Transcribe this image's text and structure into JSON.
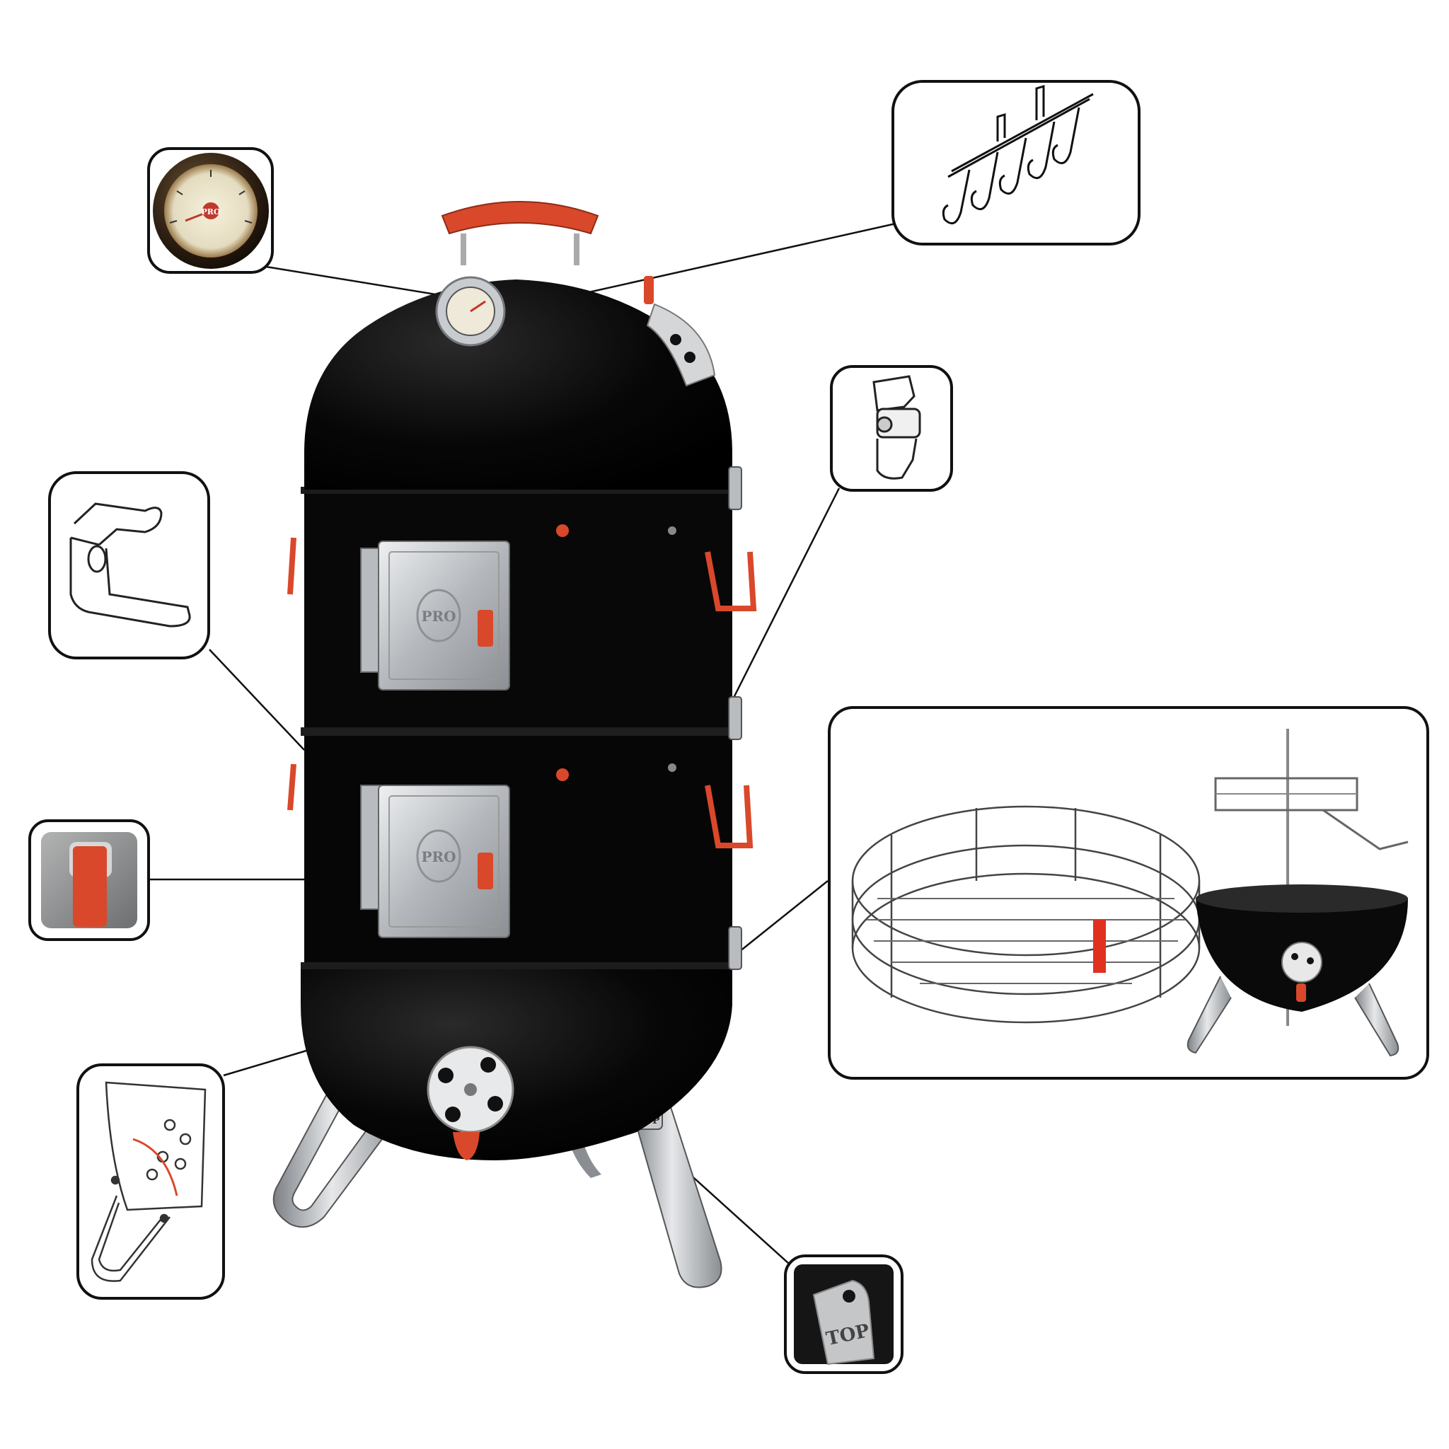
{
  "colors": {
    "body": "#050505",
    "accent": "#d9482a",
    "steel": "#b8bcc0",
    "callout_border": "#111111",
    "background": "#ffffff"
  },
  "product": {
    "door_emblem_upper": "PRO",
    "door_emblem_lower": "PRO",
    "leg_stamp": "TOP"
  },
  "callouts": {
    "thermometer": {
      "icon": "thermometer-icon",
      "emblem": "PRO"
    },
    "hook_rack": {
      "icon": "hook-rack-icon"
    },
    "latch": {
      "icon": "latch-clip-icon"
    },
    "lid_holder": {
      "icon": "lid-holder-bracket-icon"
    },
    "door_knob": {
      "icon": "door-knob-icon"
    },
    "fire_basket_and_grill": {
      "icon": "fire-basket-icon"
    },
    "bottom_vent": {
      "icon": "vent-plate-icon"
    },
    "leg_top": {
      "icon": "leg-bracket-icon",
      "stamp": "TOP"
    }
  }
}
